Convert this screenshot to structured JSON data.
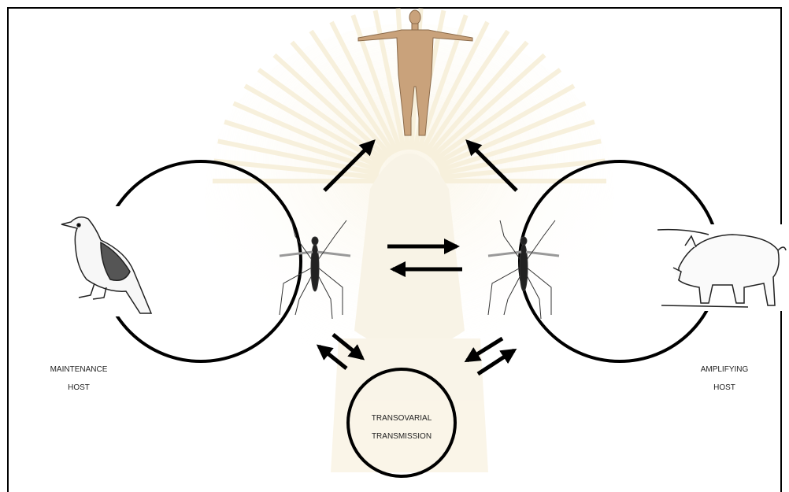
{
  "labels": {
    "maintenance_host": [
      "MAINTENANCE",
      "HOST"
    ],
    "amplifying_host": [
      "AMPLIFYING",
      "HOST"
    ],
    "transovarial": [
      "TRANSOVARIAL",
      "TRANSMISSION"
    ]
  },
  "colors": {
    "line": "#000000",
    "background": "#ffffff",
    "watermark": "#f3e8c9",
    "skin": "#c9a27b"
  },
  "icons": {
    "human": "human-figure",
    "bird": "bird",
    "pig": "pig",
    "mosquito": "mosquito"
  }
}
